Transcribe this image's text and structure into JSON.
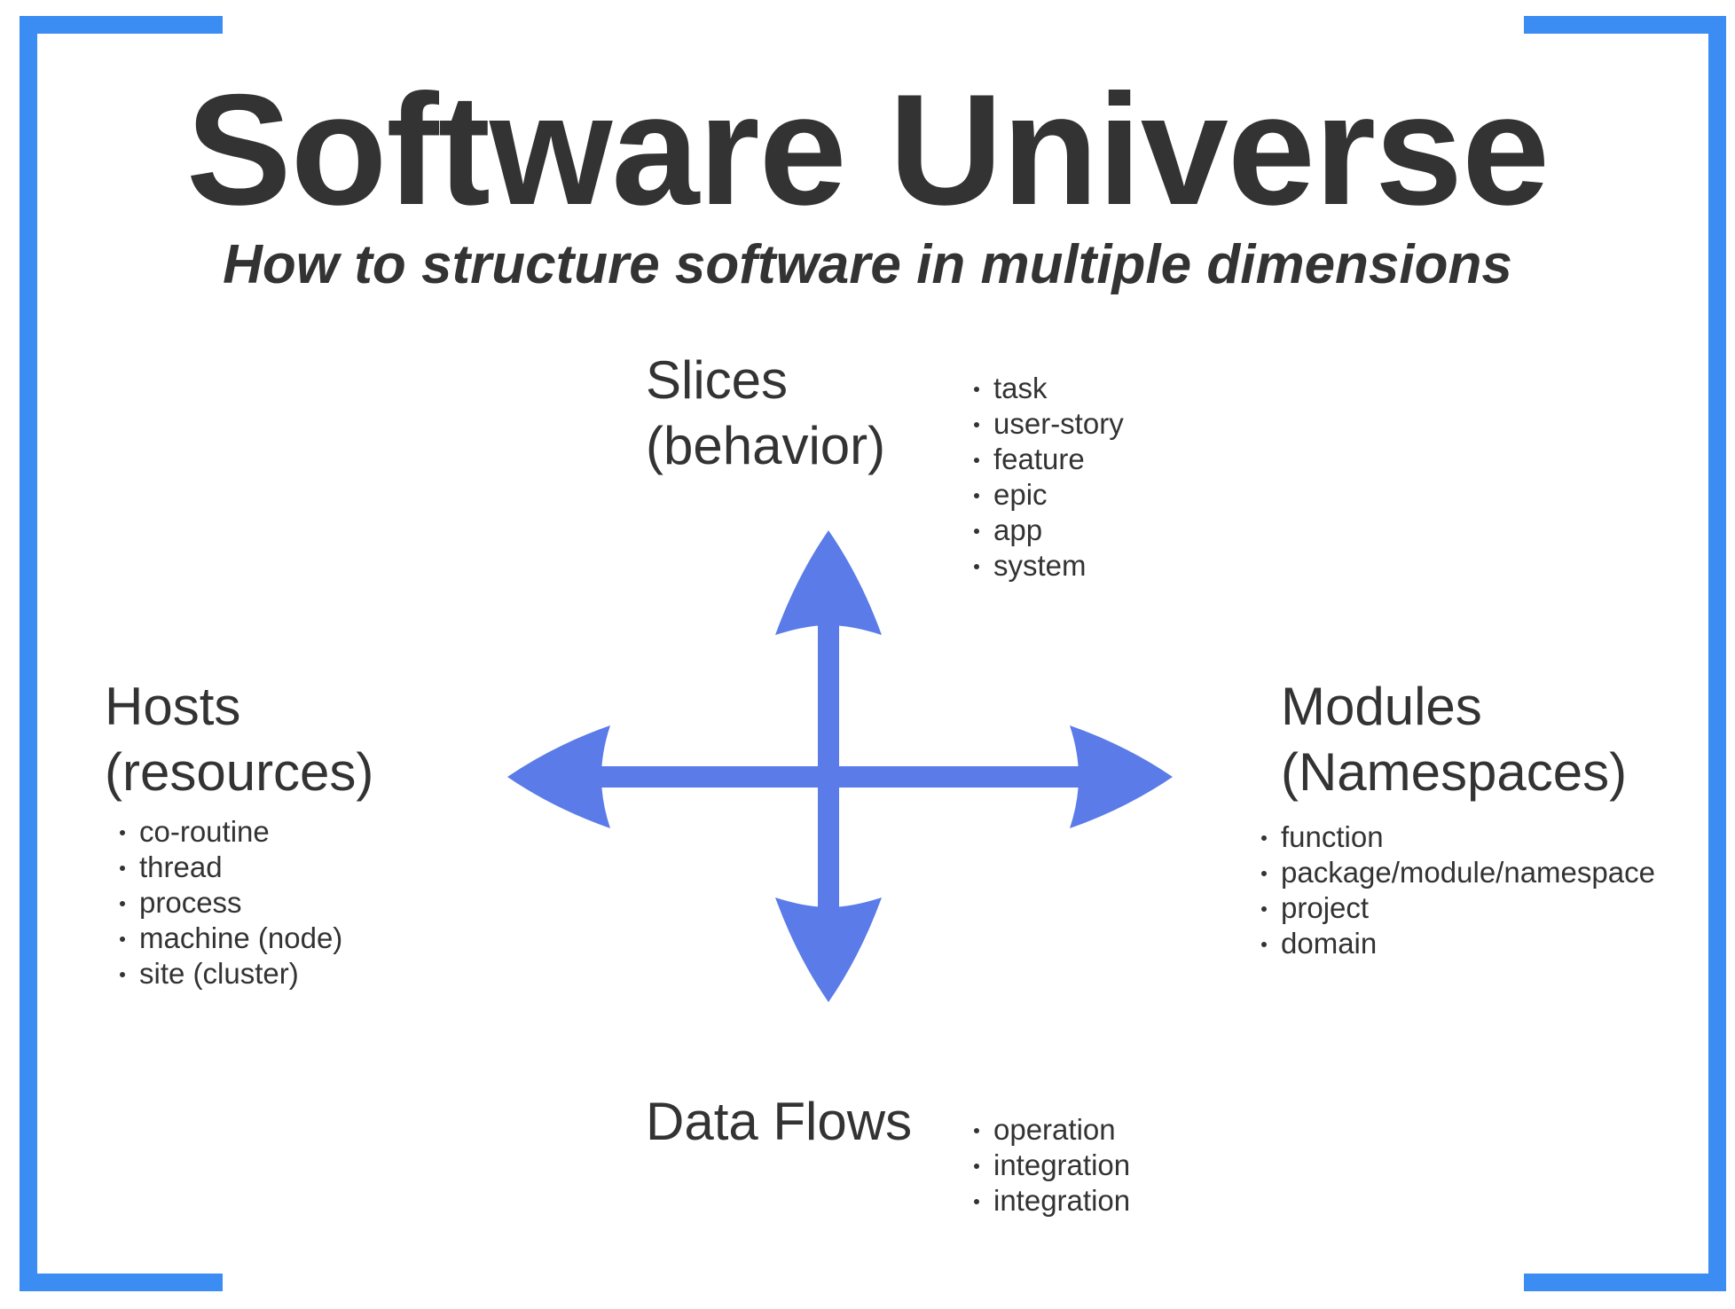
{
  "title": "Software Universe",
  "subtitle": "How to structure software in multiple dimensions",
  "colors": {
    "frame": "#3b8cf3",
    "arrow": "#5a7be8",
    "text": "#333333"
  },
  "slices": {
    "heading_line1": "Slices",
    "heading_line2": "(behavior)",
    "items": [
      "task",
      "user-story",
      "feature",
      "epic",
      "app",
      "system"
    ]
  },
  "hosts": {
    "heading_line1": "Hosts",
    "heading_line2": "(resources)",
    "items": [
      "co-routine",
      "thread",
      "process",
      "machine (node)",
      "site (cluster)"
    ]
  },
  "modules": {
    "heading_line1": "Modules",
    "heading_line2": "(Namespaces)",
    "items": [
      "function",
      "package/module/namespace",
      "project",
      "domain"
    ]
  },
  "data_flows": {
    "heading": "Data Flows",
    "items": [
      "operation",
      "integration",
      "integration"
    ]
  }
}
